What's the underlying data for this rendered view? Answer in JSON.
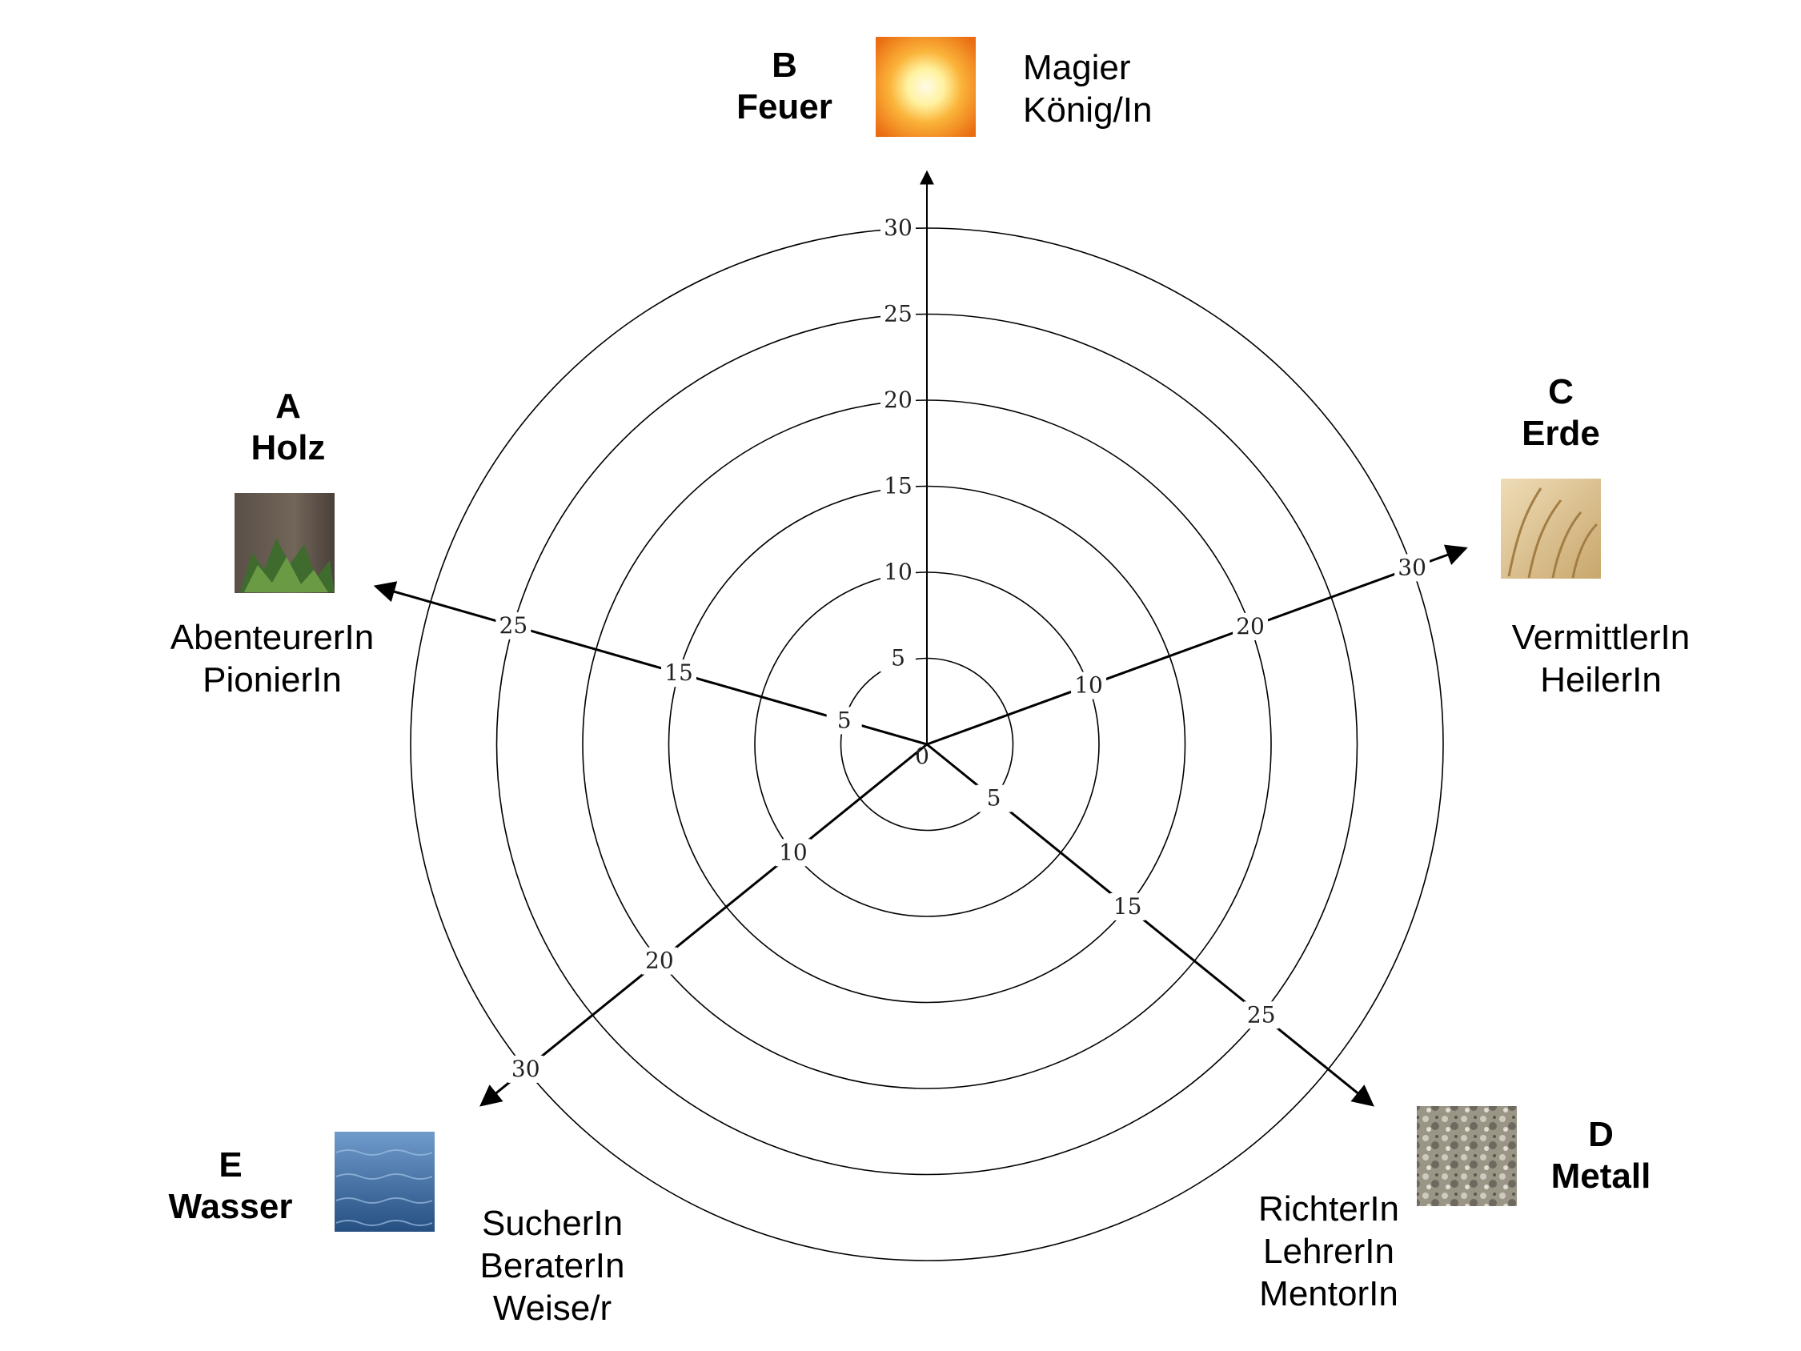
{
  "diagram": {
    "scale": {
      "max": 30,
      "steps": [
        5,
        10,
        15,
        20,
        25,
        30
      ]
    },
    "axes": [
      {
        "id": "A",
        "letter": "A",
        "element": "Holz",
        "roles": [
          "AbenteurerIn",
          "PionierIn"
        ],
        "icon": "tree-bark-image",
        "tick_labels": [
          "5",
          "15",
          "25"
        ]
      },
      {
        "id": "B",
        "letter": "B",
        "element": "Feuer",
        "roles": [
          "Magier",
          "König/In"
        ],
        "icon": "sun-fire-image",
        "tick_labels": [
          "5",
          "10",
          "15",
          "20",
          "25",
          "30"
        ]
      },
      {
        "id": "C",
        "letter": "C",
        "element": "Erde",
        "roles": [
          "VermittlerIn",
          "HeilerIn"
        ],
        "icon": "wheat-field-image",
        "tick_labels": [
          "10",
          "20",
          "30"
        ]
      },
      {
        "id": "D",
        "letter": "D",
        "element": "Metall",
        "roles": [
          "RichterIn",
          "LehrerIn",
          "MentorIn"
        ],
        "icon": "stone-metal-image",
        "tick_labels": [
          "5",
          "15",
          "25"
        ]
      },
      {
        "id": "E",
        "letter": "E",
        "element": "Wasser",
        "roles": [
          "SucherIn",
          "BeraterIn",
          "Weise/r"
        ],
        "icon": "water-surface-image",
        "tick_labels": [
          "10",
          "20",
          "30"
        ]
      }
    ],
    "center_label": "0",
    "colors": {
      "line": "#000000",
      "fire": "#f5a21a",
      "wood": "#4d5a3a",
      "earth": "#d4b98a",
      "metal": "#8c8678",
      "water": "#3b6a9c"
    }
  }
}
